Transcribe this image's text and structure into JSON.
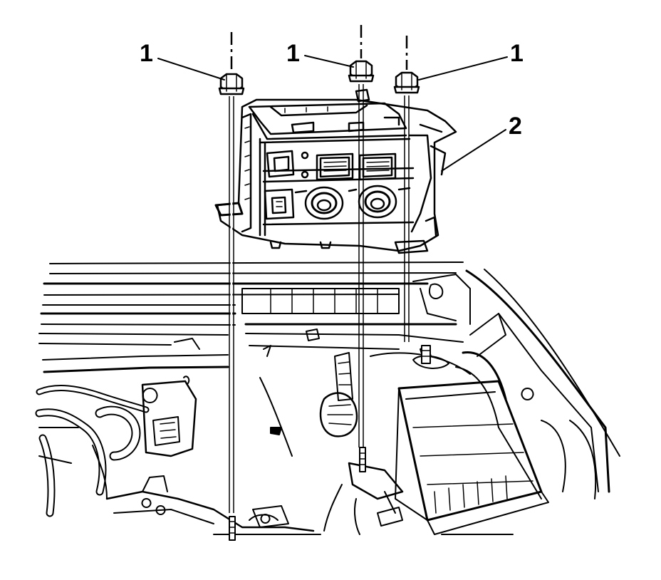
{
  "callouts": {
    "left": "1",
    "center": "1",
    "right": "1",
    "module": "2"
  },
  "colors": {
    "ink": "#000000",
    "background": "#ffffff"
  }
}
